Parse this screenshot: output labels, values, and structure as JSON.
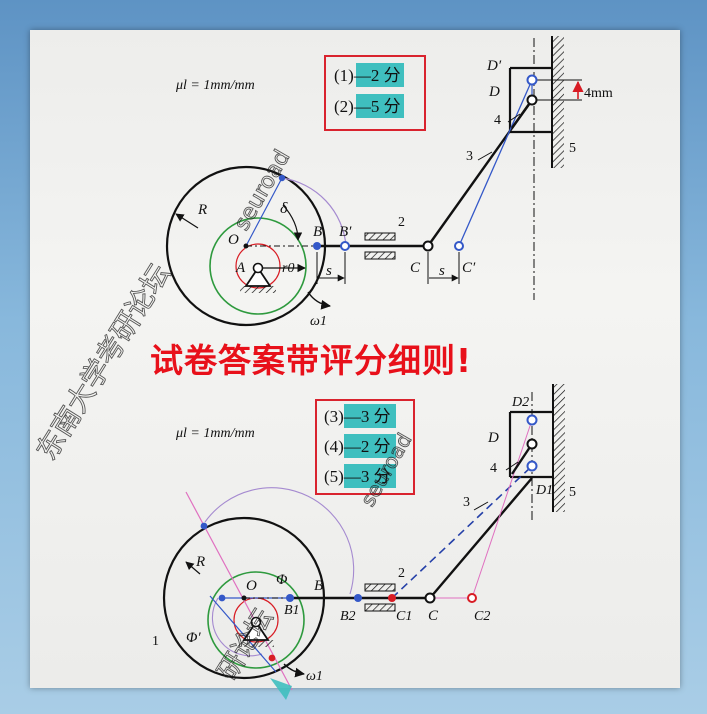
{
  "watermarks": {
    "site": "seuroad",
    "forum_long": "东南大学考研论坛",
    "forum_short": "研论坛"
  },
  "banner": "试卷答案带评分细则!",
  "top_diagram": {
    "scale_label": "μl = 1mm/mm",
    "scores": [
      "(1)—2 分",
      "(2)—5 分"
    ],
    "labels": {
      "R": "R",
      "delta": "δ",
      "O": "O",
      "B": "B",
      "B_prime": "B′",
      "A": "A",
      "r0": "r0",
      "s_left": "s",
      "s_right": "s",
      "omega": "ω1",
      "C": "C",
      "C_prime": "C′",
      "link2": "2",
      "link3": "3",
      "link4": "4",
      "link5": "5",
      "D": "D",
      "D_prime": "D′",
      "offset": "4mm"
    }
  },
  "bottom_diagram": {
    "scale_label": "μl = 1mm/mm",
    "scores": [
      "(3)—3 分",
      "(4)—2 分",
      "(5)—3 分"
    ],
    "labels": {
      "R": "R",
      "O": "O",
      "B": "B",
      "B1": "B1",
      "B2": "B2",
      "Phi": "Φ",
      "Phi_prime": "Φ′",
      "link1": "1",
      "omega": "ω1",
      "C": "C",
      "C1": "C1",
      "C2": "C2",
      "link2": "2",
      "link3": "3",
      "link4": "4",
      "link5": "5",
      "D": "D",
      "D1": "D1",
      "D2": "D2"
    }
  },
  "colors": {
    "banner_red": "#e8101a",
    "score_box_red": "#d9232e",
    "score_highlight": "#3fbfbf",
    "joint_blue": "#3458c8",
    "point_red": "#d81c24",
    "construction_pink": "#e070c0",
    "circle_green": "#2e9a3e",
    "arc_purple": "#a58ad0"
  }
}
